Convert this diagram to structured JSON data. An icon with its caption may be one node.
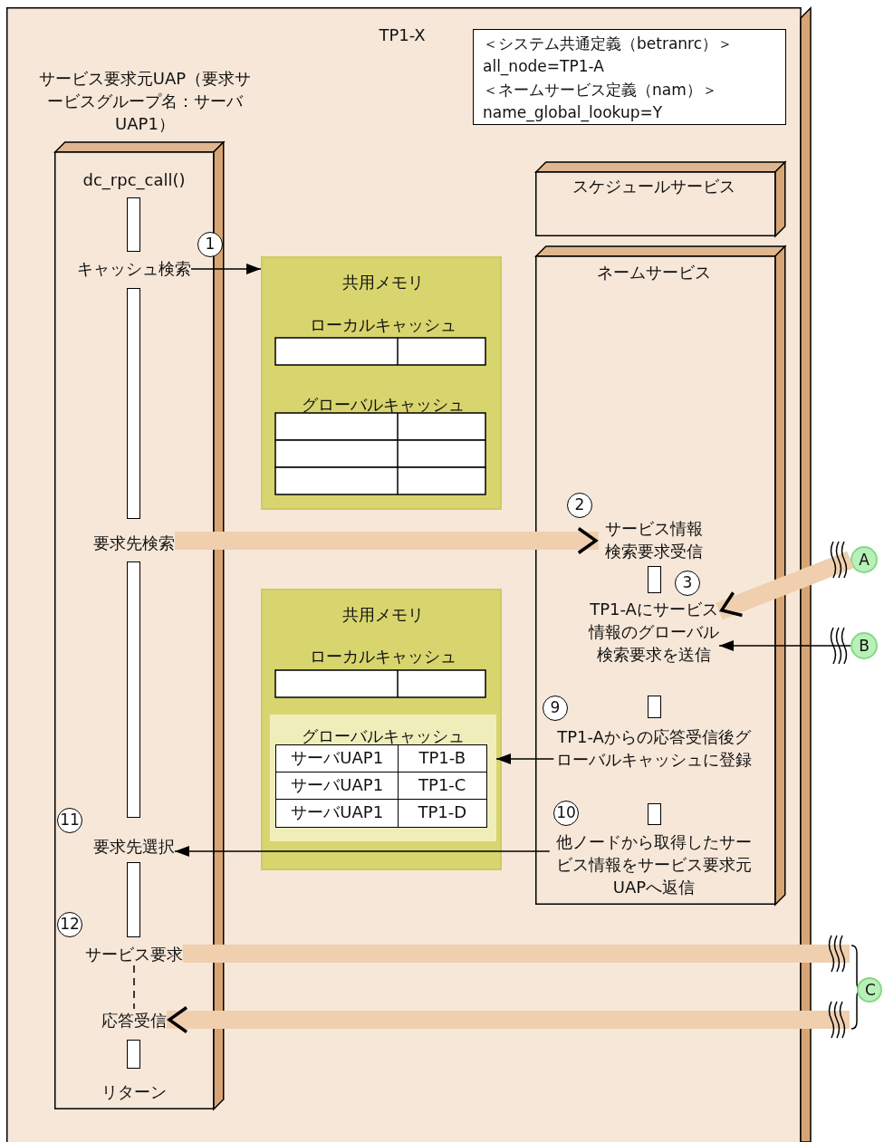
{
  "diagram": {
    "nodes": [
      {
        "text": [
          "TP1-X"
        ]
      },
      {
        "text": [
          "＜システム共通定義（betranrc）＞",
          "all_node=TP1-A",
          "＜ネームサービス定義（nam）＞",
          "name_global_lookup=Y"
        ],
        "in": 0
      },
      {
        "text": [
          "サービス要求元UAP（要求サービスグループ名：サーバUAP1）"
        ],
        "in": 0
      },
      {
        "text": [
          "dc_rpc_call()"
        ],
        "in": 2
      },
      {
        "text": [
          "キャッシュ検索"
        ],
        "in": 2
      },
      {
        "text": [
          "要求先検索"
        ],
        "in": 2
      },
      {
        "text": [
          "要求先選択"
        ],
        "in": 2
      },
      {
        "text": [
          "サービス要求"
        ],
        "in": 2
      },
      {
        "text": [
          "応答受信"
        ],
        "in": 2
      },
      {
        "text": [
          "リターン"
        ],
        "in": 2
      },
      {
        "text": [
          "共用メモリ",
          "ローカルキャッシュ",
          "グローバルキャッシュ"
        ],
        "in": 0
      },
      {
        "text": [
          "共用メモリ",
          "ローカルキャッシュ"
        ],
        "in": 0
      },
      {
        "text": [
          "グローバルキャッシュ"
        ],
        "in": 11
      },
      {
        "text": [
          "スケジュールサービス"
        ],
        "in": 0
      },
      {
        "text": [
          "ネームサービス"
        ],
        "in": 0
      },
      {
        "text": [
          "サービス情報検索要求受信"
        ],
        "in": 14
      },
      {
        "text": [
          "TP1-Aにサービス情報のグローバル検索要求を送信"
        ],
        "in": 14
      },
      {
        "text": [
          "TP1-Aからの応答受信後グローバルキャッシュに登録"
        ],
        "in": 14
      },
      {
        "text": [
          "他ノードから取得したサービス情報をサービス要求元UAPへ返信"
        ],
        "in": 14
      },
      {
        "text": [
          "A"
        ]
      },
      {
        "text": [
          "B"
        ]
      },
      {
        "text": [
          "C"
        ]
      },
      {
        "text": [],
        "shape": "bar",
        "in": 2
      },
      {
        "text": [],
        "shape": "bar",
        "in": 2
      },
      {
        "text": [],
        "shape": "bar",
        "in": 2
      },
      {
        "text": [],
        "shape": "bar",
        "in": 2
      },
      {
        "text": [],
        "shape": "bar",
        "in": 2
      },
      {
        "text": [],
        "shape": "bar",
        "in": 14
      },
      {
        "text": [],
        "shape": "bar",
        "in": 14
      },
      {
        "text": [],
        "shape": "bar",
        "in": 14
      }
    ],
    "edges": [
      {
        "from": 4,
        "to": 10,
        "arrow": "to"
      },
      {
        "from": 5,
        "to": 15,
        "arrow": "to",
        "style": "thick",
        "color": "#efcfae"
      },
      {
        "from": 19,
        "to": 16,
        "arrow": "to",
        "style": "thick",
        "color": "#efcfae"
      },
      {
        "from": 20,
        "to": 16,
        "arrow": "to"
      },
      {
        "from": 17,
        "to": 12,
        "arrow": "to"
      },
      {
        "from": 18,
        "to": 6,
        "arrow": "to"
      },
      {
        "from": 7,
        "to": 21,
        "arrow": "none",
        "style": "thick",
        "color": "#efcfae"
      },
      {
        "from": 21,
        "to": 8,
        "arrow": "to",
        "style": "thick",
        "color": "#efcfae"
      },
      {
        "from": 7,
        "to": 8,
        "arrow": "none",
        "style": "dashed"
      }
    ],
    "labels": [
      "1",
      "2",
      "3",
      "9",
      "10",
      "11",
      "12",
      "サーバUAP1",
      "TP1-B",
      "サーバUAP1",
      "TP1-C",
      "サーバUAP1",
      "TP1-D"
    ]
  }
}
